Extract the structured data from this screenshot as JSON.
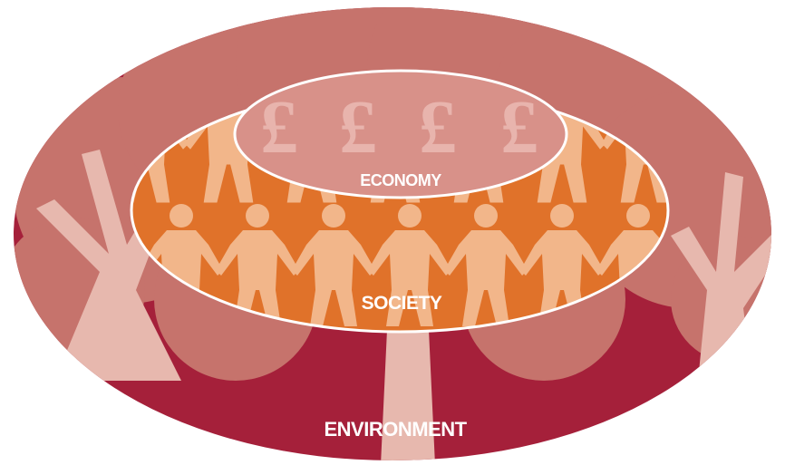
{
  "diagram": {
    "labels": {
      "economy": "ECONOMY",
      "society": "SOCIETY",
      "environment": "ENVIRONMENT"
    },
    "economy_symbols": [
      "£",
      "£",
      "£",
      "£"
    ],
    "colors": {
      "environment_fill": "#a5203a",
      "tree_fill": "#c6736c",
      "tree_branch_fill": "#e7b8ae",
      "society_fill": "#e0722a",
      "people_fill": "#f2b68a",
      "economy_fill": "#d89189",
      "pound_fill": "#e8b4ad",
      "outline": "#ffffff"
    }
  }
}
